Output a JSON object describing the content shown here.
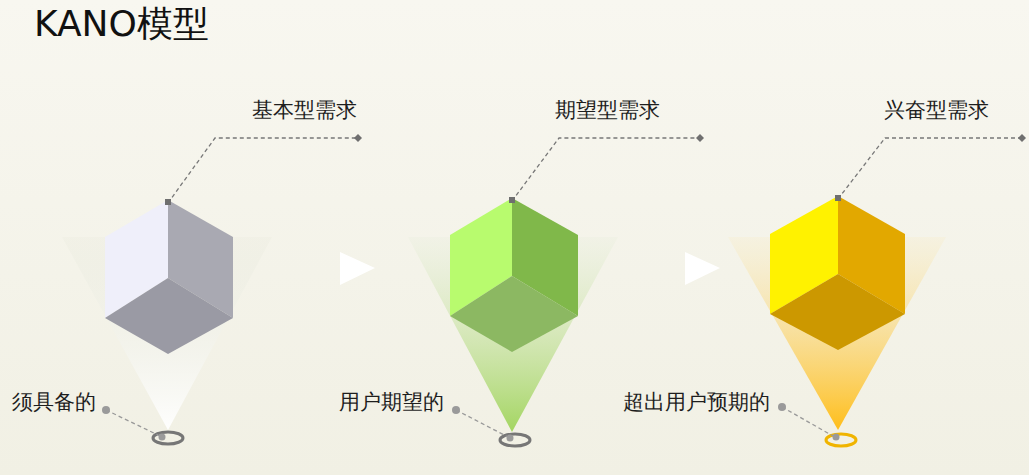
{
  "diagram": {
    "title": "KANO模型",
    "labels": [
      "基本型需求",
      "期望型需求",
      "兴奋型需求",
      "须具备的",
      "用户期望的",
      "超出用户预期的"
    ]
  }
}
